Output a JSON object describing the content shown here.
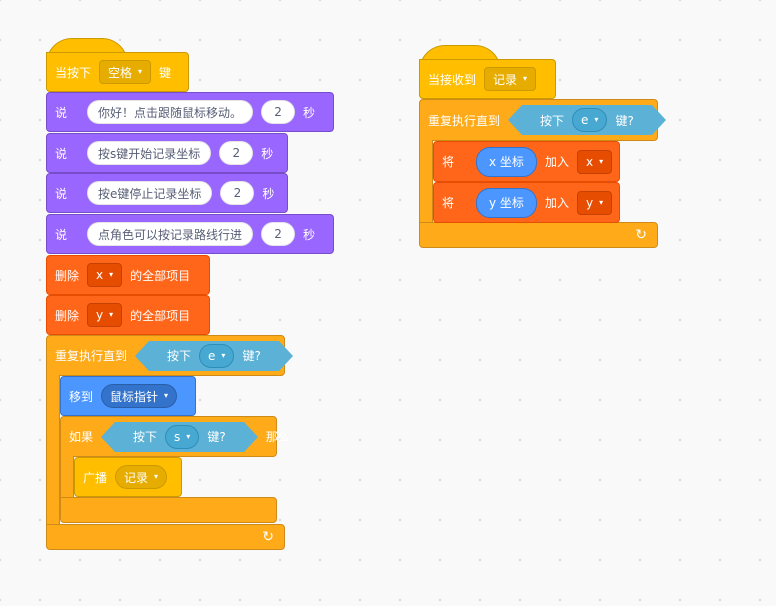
{
  "script1": {
    "hat": {
      "prefix": "当按下",
      "key": "空格",
      "suffix": "键"
    },
    "say_label": "说",
    "seconds_label": "秒",
    "says": [
      {
        "text": "你好！点击跟随鼠标移动。",
        "secs": "2"
      },
      {
        "text": "按s键开始记录坐标",
        "secs": "2"
      },
      {
        "text": "按e键停止记录坐标",
        "secs": "2"
      },
      {
        "text": "点角色可以按记录路线行进",
        "secs": "2"
      }
    ],
    "delete_label": "删除",
    "delete_suffix": "的全部项目",
    "delete_lists": [
      "x",
      "y"
    ],
    "repeat_until": {
      "label": "重复执行直到",
      "sense": "按下",
      "key": "e",
      "suffix": "键?"
    },
    "goto": {
      "label": "移到",
      "target": "鼠标指针"
    },
    "if_block": {
      "label": "如果",
      "sense": "按下",
      "key": "s",
      "suffix": "键?",
      "then": "那么"
    },
    "broadcast": {
      "label": "广播",
      "message": "记录"
    }
  },
  "script2": {
    "hat": {
      "label": "当接收到",
      "message": "记录"
    },
    "repeat_until": {
      "label": "重复执行直到",
      "sense": "按下",
      "key": "e",
      "suffix": "键?"
    },
    "add_items": [
      {
        "label": "将",
        "reporter": "x 坐标",
        "action": "加入",
        "list": "x"
      },
      {
        "label": "将",
        "reporter": "y 坐标",
        "action": "加入",
        "list": "y"
      }
    ]
  },
  "loop_arrow": "↻",
  "caret": "▾"
}
